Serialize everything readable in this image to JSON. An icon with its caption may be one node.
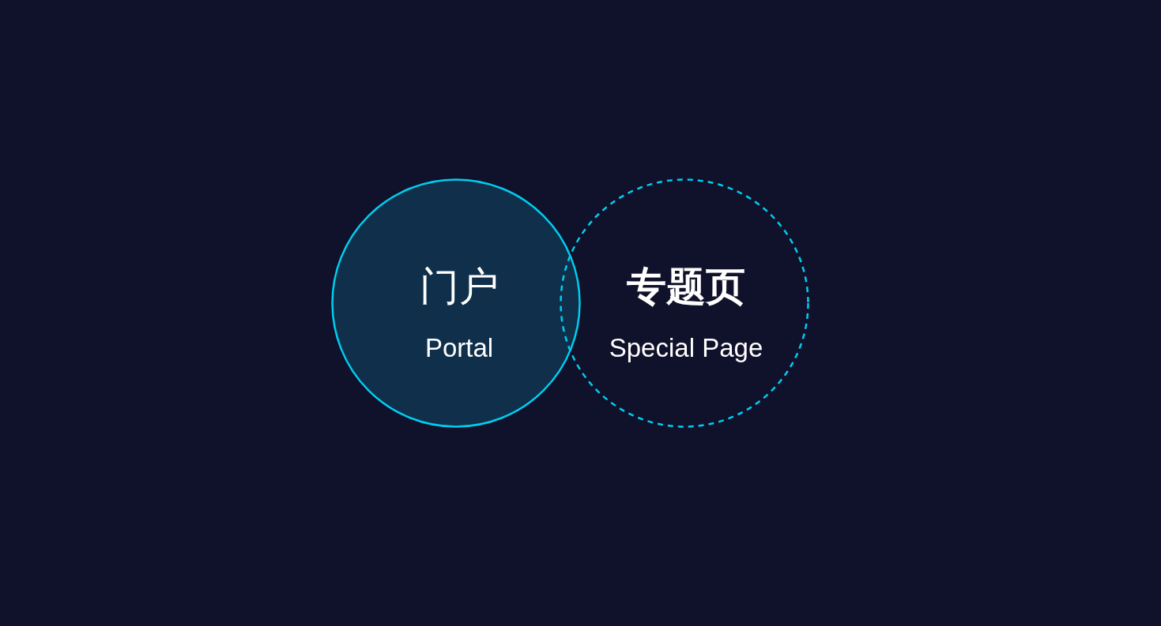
{
  "diagram": {
    "nodes": [
      {
        "text": [
          "门户",
          "Portal"
        ]
      },
      {
        "text": [
          "专题页",
          "Special Page"
        ]
      }
    ]
  }
}
